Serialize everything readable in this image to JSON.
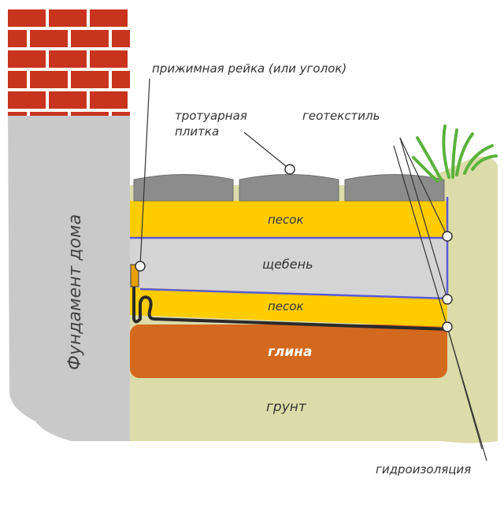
{
  "labels": {
    "foundation": "Фундамент дома",
    "clamp_rail": "прижимная рейка (или уголок)",
    "paving_tile_line1": "тротуарная",
    "paving_tile_line2": "плитка",
    "geotextile": "геотекстиль",
    "sand_top": "песок",
    "crushed_stone": "щебень",
    "sand_bottom": "песок",
    "clay": "глина",
    "soil": "грунт",
    "waterproofing": "гидроизоляция"
  },
  "colors": {
    "brick": "#c8341e",
    "mortar": "#ffffff",
    "foundation": "#c9c9c9",
    "soil": "#dcdcaa",
    "tile": "#8c8c8c",
    "sand": "#ffcc00",
    "crushed_stone": "#d4d4d4",
    "clay": "#d2691e",
    "geotextile_line": "#5a5adc",
    "waterproofing_line": "#2a2a2a",
    "grass": "#5ab33c",
    "label_text": "#333333",
    "clay_text": "#ffffff"
  },
  "icons": {
    "grass": "grass-tuft-icon",
    "callout_marker": "circle-marker-icon"
  }
}
